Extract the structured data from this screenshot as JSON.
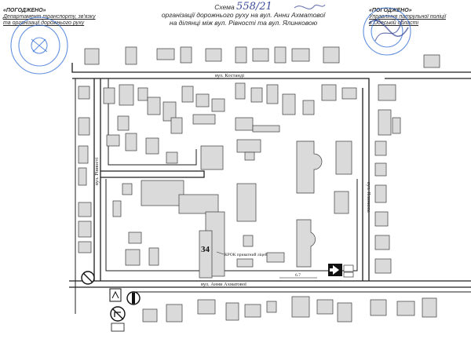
{
  "approvals": {
    "left": {
      "heading": "«ПОГОДЖЕНО»",
      "line1": "Департамент транспорту, зв'язку",
      "line2": "та організації дорожнього руху"
    },
    "right": {
      "heading": "«ПОГОДЖЕНО»",
      "line1": "Управління патрульної поліції",
      "line2": "в Одеській області"
    }
  },
  "title": {
    "word": "Схема",
    "number": "558/21",
    "line1": "організації дорожнього руху на вул. Анни Ахматової",
    "line2": "на  ділянці між вул. Рівності та вул. Ялинковою"
  },
  "map": {
    "streets": {
      "top": "вул. Костанді",
      "bottom": "вул. Анни Ахматової",
      "left": "вул. Рівності",
      "right": "вул. Ялинкова"
    },
    "house_number": "34",
    "school_label": "КРОК приватний ліцей",
    "dimension_label": "6.7"
  },
  "colors": {
    "stamp": "#2d6bd6",
    "signature": "#3a4a9a",
    "building_fill": "#dadada"
  }
}
